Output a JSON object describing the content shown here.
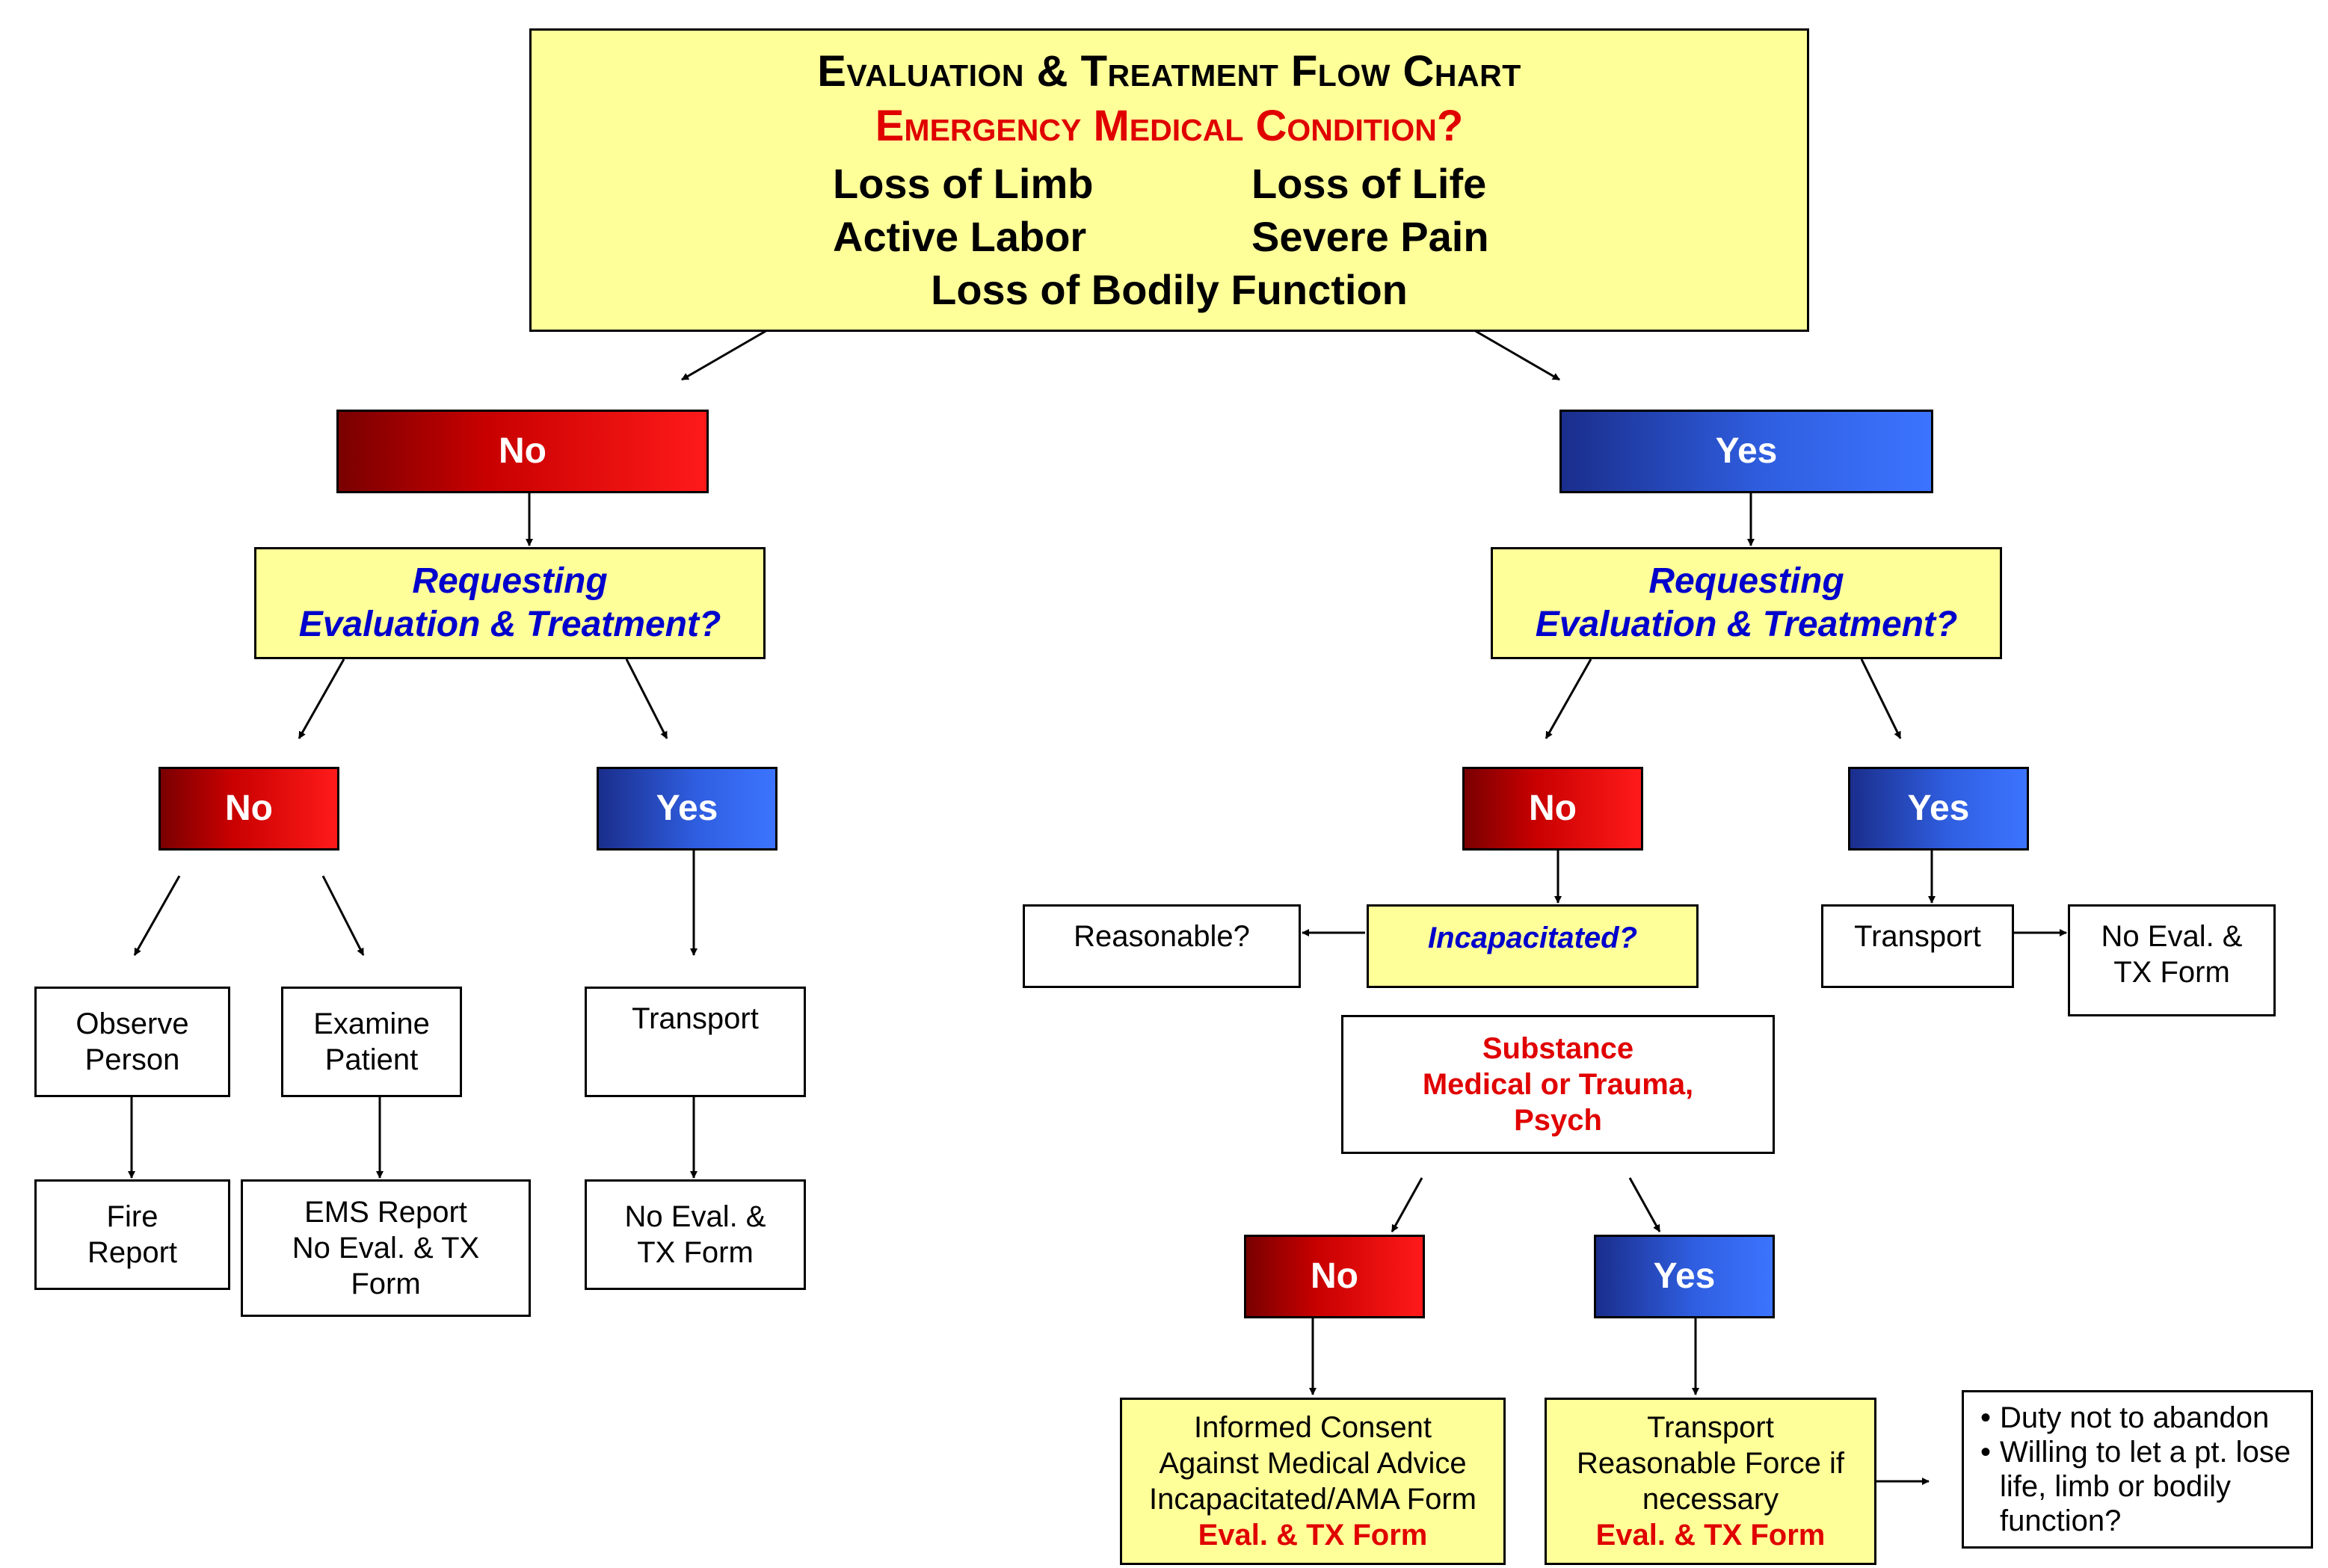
{
  "header": {
    "title": "Evaluation & Treatment Flow Chart",
    "question": "Emergency Medical Condition?",
    "conditions": [
      "Loss of Limb",
      "Loss of Life",
      "Active Labor",
      "Severe Pain",
      "Loss of Bodily Function"
    ]
  },
  "left": {
    "branch": "No",
    "question": [
      "Requesting",
      "Evaluation & Treatment?"
    ],
    "no": "No",
    "yes": "Yes",
    "observe": [
      "Observe",
      "Person"
    ],
    "examine": [
      "Examine",
      "Patient"
    ],
    "transport": "Transport",
    "fire_report": [
      "Fire",
      "Report"
    ],
    "ems_report": [
      "EMS Report",
      "No Eval. & TX",
      "Form"
    ],
    "no_eval_form": [
      "No Eval. &",
      "TX Form"
    ]
  },
  "right": {
    "branch": "Yes",
    "question": [
      "Requesting",
      "Evaluation & Treatment?"
    ],
    "no": "No",
    "yes": "Yes",
    "reasonable": "Reasonable?",
    "incapacitated": "Incapacitated?",
    "transport": "Transport",
    "no_eval_form": [
      "No Eval. &",
      "TX Form"
    ],
    "cause": [
      "Substance",
      "Medical or Trauma,",
      "Psych"
    ],
    "cause_no": "No",
    "cause_yes": "Yes",
    "consent": [
      "Informed Consent",
      "Against Medical Advice",
      "Incapacitated/AMA Form"
    ],
    "consent_form": "Eval. & TX Form",
    "force": [
      "Transport",
      "Reasonable Force if",
      "necessary"
    ],
    "force_form": "Eval. & TX Form",
    "duty_bullets": [
      "Duty not to abandon",
      "Willing to let a pt. lose life, limb or bodily function?"
    ]
  }
}
